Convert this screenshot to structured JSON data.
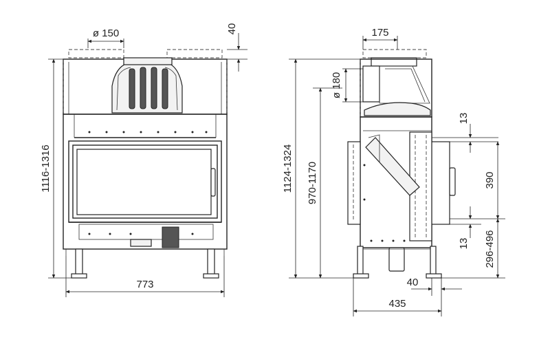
{
  "front_view": {
    "flue_diameter": "ø 150",
    "top_offset": "40",
    "height_range": "1116-1316",
    "width": "773"
  },
  "side_view": {
    "flue_width": "175",
    "flue_diameter": "ø 180",
    "total_height": "1124-1324",
    "body_height": "970-1170",
    "upper_gap": "13",
    "opening_height": "390",
    "lower_gap": "13",
    "base_height": "296-496",
    "leg_offset": "40",
    "depth": "435"
  }
}
